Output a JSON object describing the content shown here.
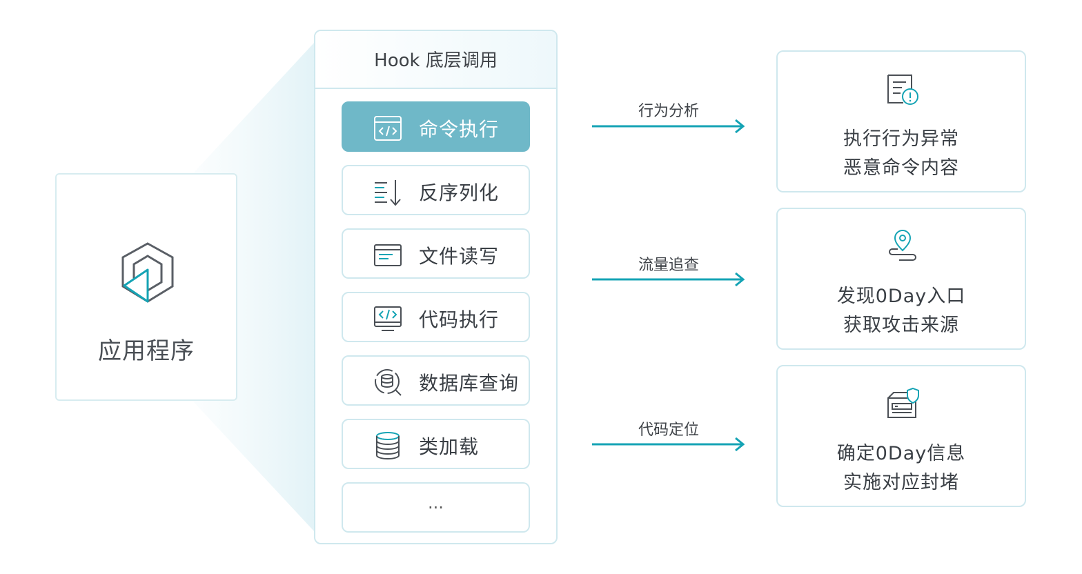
{
  "app": {
    "label": "应用程序",
    "icon": "app-hexagon-icon"
  },
  "hook": {
    "title": "Hook 底层调用",
    "items": [
      {
        "label": "命令执行",
        "icon": "code-window-icon",
        "active": true
      },
      {
        "label": "反序列化",
        "icon": "sort-descending-icon"
      },
      {
        "label": "文件读写",
        "icon": "file-window-icon"
      },
      {
        "label": "代码执行",
        "icon": "code-monitor-icon"
      },
      {
        "label": "数据库查询",
        "icon": "database-search-icon"
      },
      {
        "label": "类加载",
        "icon": "database-stack-icon"
      },
      {
        "label": "..."
      }
    ]
  },
  "flows": [
    {
      "label": "行为分析"
    },
    {
      "label": "流量追查"
    },
    {
      "label": "代码定位"
    }
  ],
  "results": [
    {
      "icon": "document-alert-icon",
      "line1": "执行行为异常",
      "line2": "恶意命令内容"
    },
    {
      "icon": "location-path-icon",
      "line1": "发现0Day入口",
      "line2": "获取攻击来源"
    },
    {
      "icon": "shield-server-icon",
      "line1": "确定0Day信息",
      "line2": "实施对应封堵"
    }
  ],
  "colors": {
    "accent": "#14a3b4",
    "active": "#6fb8c8",
    "border": "#cfe8ee"
  }
}
